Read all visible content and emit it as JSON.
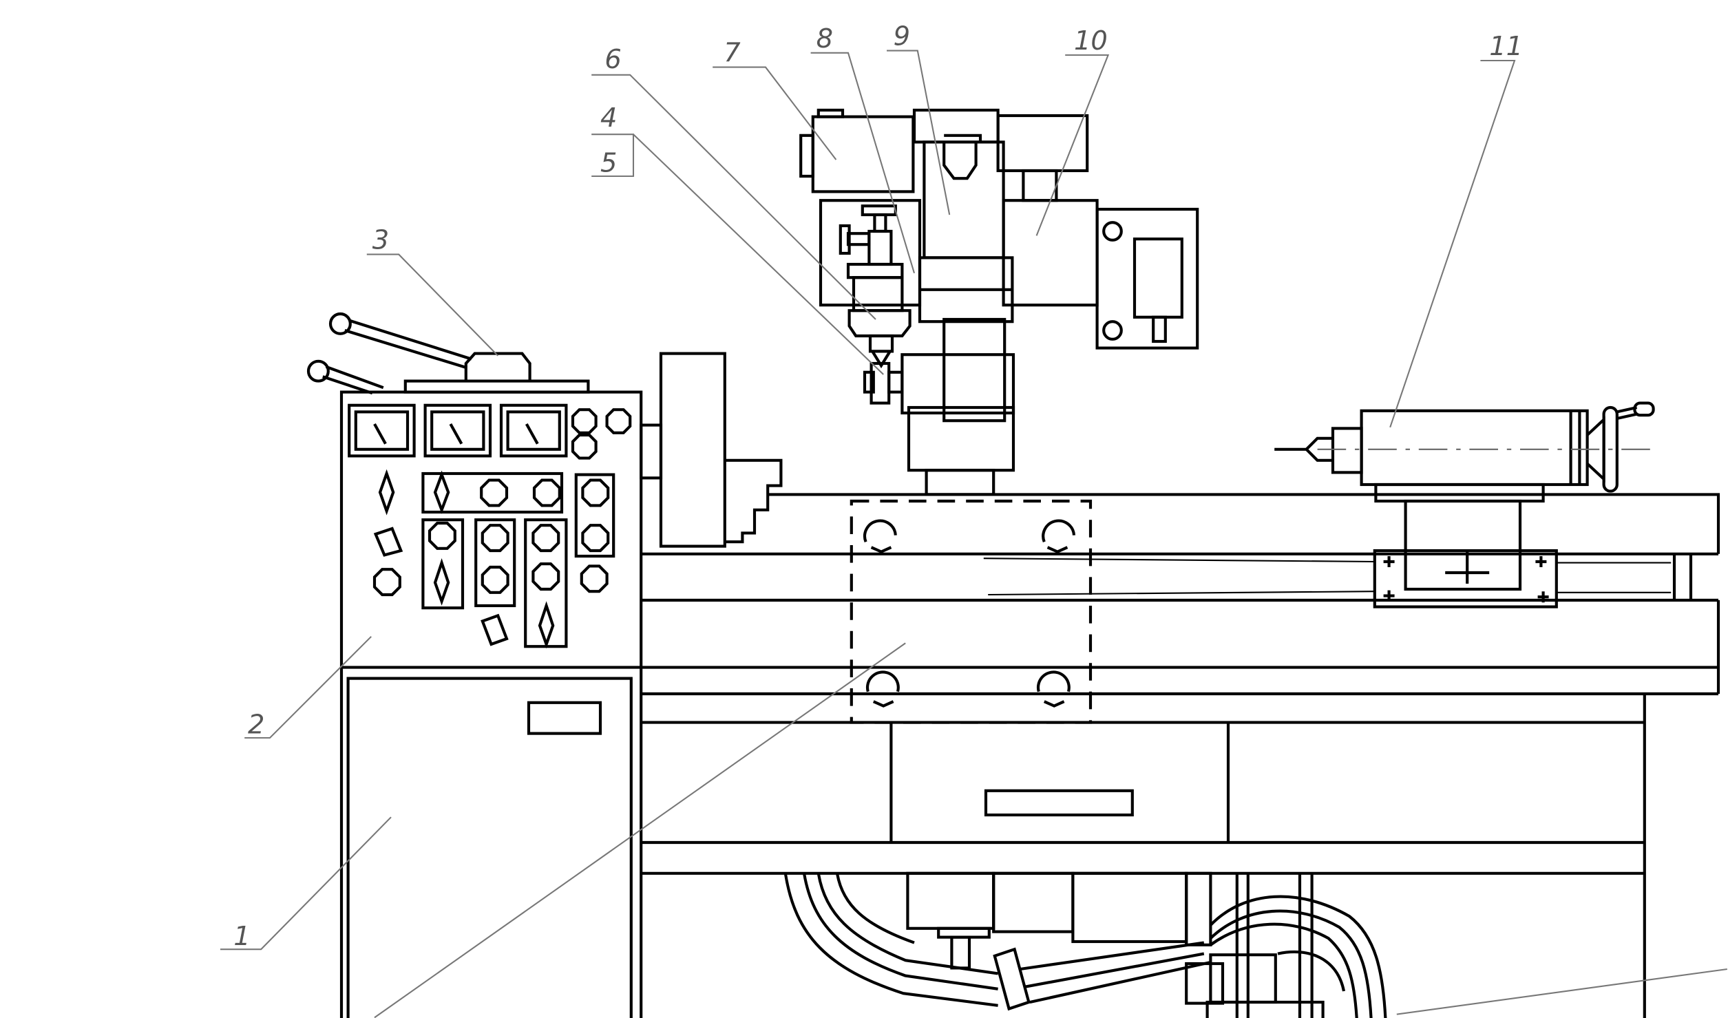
{
  "labels": [
    {
      "id": "1",
      "text": "1"
    },
    {
      "id": "2",
      "text": "2"
    },
    {
      "id": "3",
      "text": "3"
    },
    {
      "id": "4",
      "text": "4"
    },
    {
      "id": "5",
      "text": "5"
    },
    {
      "id": "6",
      "text": "6"
    },
    {
      "id": "7",
      "text": "7"
    },
    {
      "id": "8",
      "text": "8"
    },
    {
      "id": "9",
      "text": "9"
    },
    {
      "id": "10",
      "text": "10"
    },
    {
      "id": "11",
      "text": "11"
    }
  ],
  "colors": {
    "line": "#000000",
    "leader": "#777777",
    "label": "#555555",
    "background": "#ffffff"
  }
}
